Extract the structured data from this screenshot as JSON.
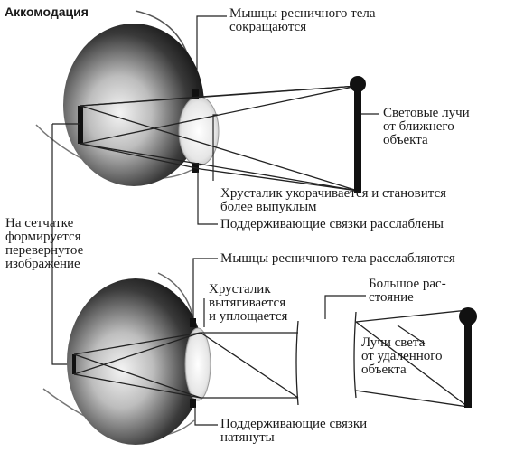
{
  "title": "Аккомодация",
  "top": {
    "ciliary_contract": [
      "Мышцы ресничного тела",
      "сокращаются"
    ],
    "light_near": [
      "Световые лучи",
      "от ближнего",
      "объекта"
    ],
    "lens_short": [
      "Хрусталик укорачивается и становится",
      "более выпуклым"
    ],
    "ligaments_relaxed": "Поддерживающие связки расслаблены"
  },
  "retina": [
    "На сетчатке",
    "формируется",
    "перевернутое",
    "изображение"
  ],
  "bottom": {
    "ciliary_relax": "Мышцы ресничного тела расслабляются",
    "lens_stretch": [
      "Хрусталик",
      "вытягивается",
      "и уплощается"
    ],
    "large_distance": [
      "Большое рас-",
      "стояние"
    ],
    "light_far": [
      "Лучи света",
      "от удаленного",
      "объекта"
    ],
    "ligaments_taut": [
      "Поддерживающие связки",
      "натянуты"
    ]
  }
}
